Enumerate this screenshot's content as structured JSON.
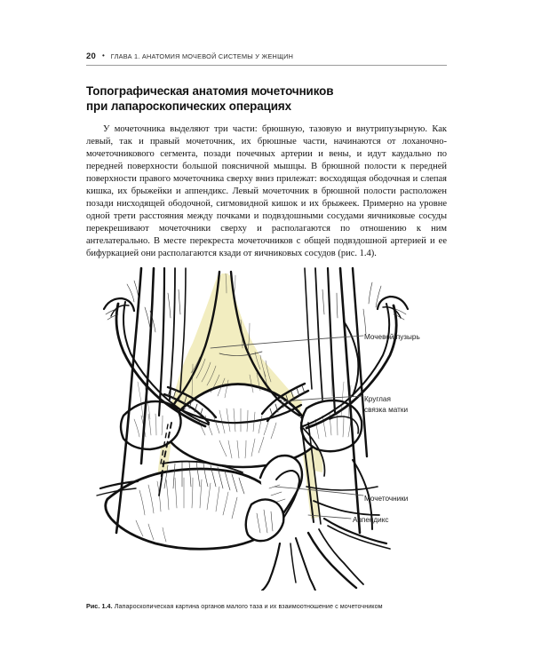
{
  "page": {
    "number": "20",
    "bullet": "•",
    "running_head": "ГЛАВА 1. АНАТОМИЯ МОЧЕВОЙ СИСТЕМЫ У ЖЕНЩИН"
  },
  "section": {
    "title_line1": "Топографическая анатомия мочеточников",
    "title_line2": "при лапароскопических операциях"
  },
  "body": {
    "paragraph": "У мочеточника выделяют три части: брюшную, тазовую и внутрипузырную. Как левый, так и правый мочеточник, их брюшные части, начинаются от лоханочно-мочеточникового сегмента, позади почечных артерии и вены, и идут каудально по передней поверхности большой поясничной мышцы. В брюшной полости к передней поверхности правого мочеточника сверху вниз прилежат: восходящая ободочная и слепая кишка, их брыжейки и аппендикс. Левый мочеточник в брюшной полости расположен позади нисходящей ободочной, сигмовидной кишок и их брыжеек. Примерно на уровне одной трети расстояния между почками и подвздошными сосудами яичниковые сосуды перекрешивают мочеточники сверху и располагаются по отношению к ним антелатерально. В месте перекреста мочеточников с общей подвздошной артерией и ее бифуркацией они располагаются кзади от яичниковых сосудов (рис. 1.4)."
  },
  "figure": {
    "labels": [
      {
        "id": "bladder",
        "text": "Мочевой пузырь"
      },
      {
        "id": "ligament_line1",
        "text": "Круглая"
      },
      {
        "id": "ligament_line2",
        "text": "связка матки"
      },
      {
        "id": "ureters",
        "text": "Мочеточники"
      },
      {
        "id": "appendix",
        "text": "Аппендикс"
      }
    ],
    "caption_number": "Рис. 1.4.",
    "caption_text": "Лапароскопическая картина органов малого таза и их взаимоотношение с мочеточником",
    "colors": {
      "ink": "#111111",
      "bladder_fill": "#f2edc0",
      "ureter_fill": "#f0ecc3",
      "tissue_fill": "#ffffff",
      "leader_line": "#555555"
    }
  }
}
